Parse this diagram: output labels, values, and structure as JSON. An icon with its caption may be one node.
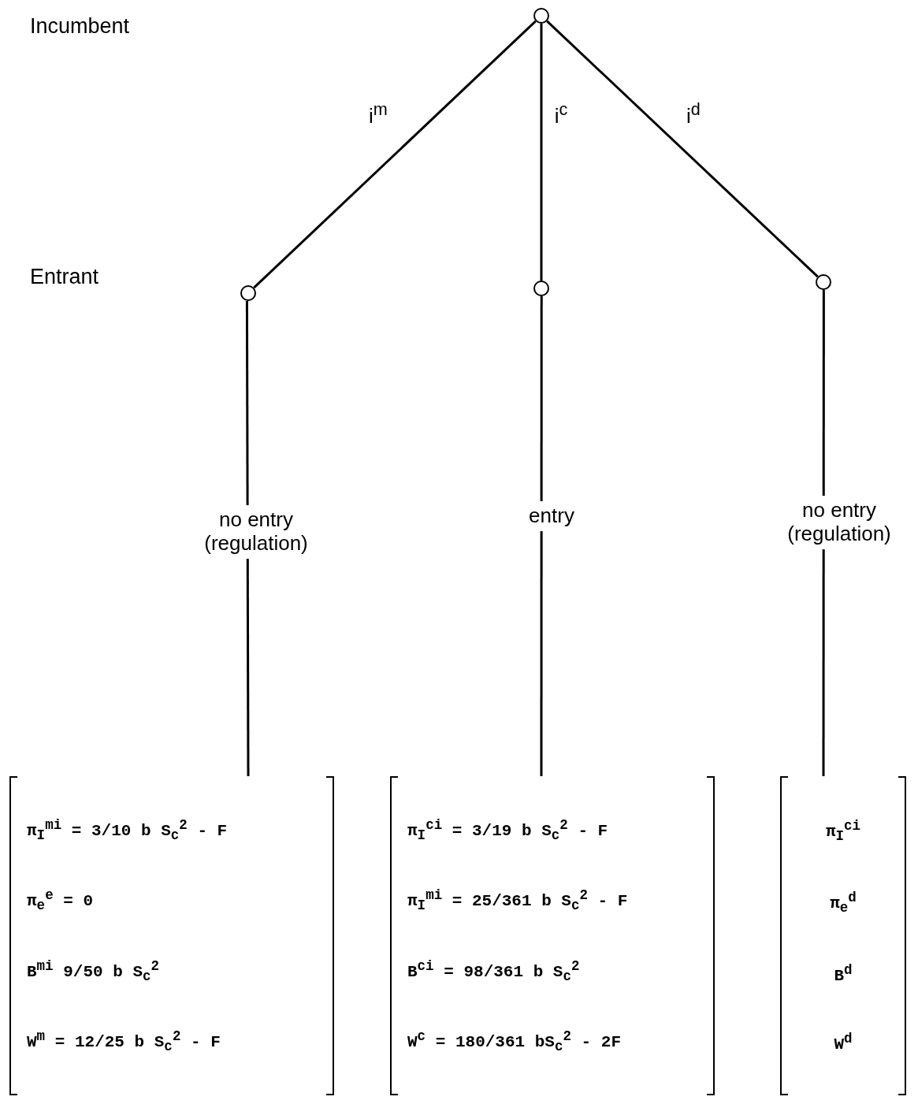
{
  "diagram": {
    "nodes": [
      {
        "text": [],
        "shape": "circle"
      },
      {
        "text": [],
        "shape": "circle"
      },
      {
        "text": [],
        "shape": "circle"
      },
      {
        "text": [],
        "shape": "circle"
      },
      {
        "text": [
          "π$_{I}$$^{mi}$ = 3/10 b S$_{c}$$^{2}$ - F",
          "π$_{e}$$^{e}$ = 0",
          "B$^{mi}$ 9/50 b S$_{c}$$^{2}$",
          "W$^{m}$ = 12/25 b S$_{c}$$^{2}$ - F"
        ]
      },
      {
        "text": [
          "π$_{I}$$^{ci}$ = 3/19 b S$_{c}$$^{2}$ - F",
          "π$_{I}$$^{mi}$ = 25/361 b S$_{c}$$^{2}$ - F",
          "B$^{ci}$ = 98/361 b S$_{c}$$^{2}$",
          "W$^{c}$ = 180/361 bS$_{c}$$^{2}$ - 2F"
        ]
      },
      {
        "text": [
          "π$_{I}$$^{ci}$",
          "π$_{e}$$^{d}$",
          "B$^{d}$",
          "W$^{d}$"
        ]
      }
    ],
    "edges": [
      {
        "from": 0,
        "to": 1,
        "arrow": "none",
        "label": "i$^{m}$"
      },
      {
        "from": 0,
        "to": 2,
        "arrow": "none",
        "label": "i$^{c}$"
      },
      {
        "from": 0,
        "to": 3,
        "arrow": "none",
        "label": "i$^{d}$"
      },
      {
        "from": 1,
        "to": 4,
        "arrow": "none",
        "label": "no entry (regulation)"
      },
      {
        "from": 2,
        "to": 5,
        "arrow": "none",
        "label": "entry"
      },
      {
        "from": 3,
        "to": 6,
        "arrow": "none",
        "label": "no entry (regulation)"
      }
    ],
    "labels": [
      "Incumbent",
      "Entrant"
    ]
  }
}
